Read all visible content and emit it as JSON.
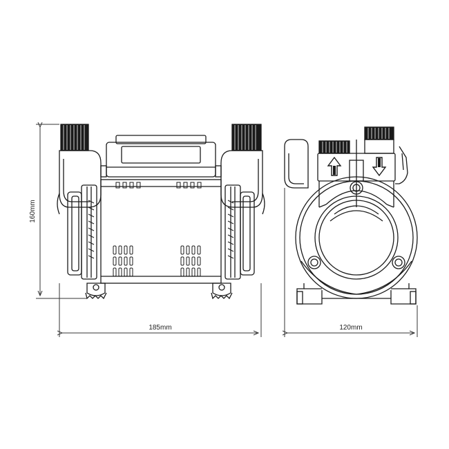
{
  "dimensions": {
    "height_label": "160mm",
    "width_label": "185mm",
    "depth_label": "120mm"
  },
  "colors": {
    "line": "#1a1a1a",
    "dimension_line": "#333333",
    "thread_fill": "#1a1a1a",
    "background": "#ffffff"
  },
  "icons": {
    "front_arrow_left": "arrow-up-icon",
    "front_arrow_right": "arrow-down-icon"
  }
}
